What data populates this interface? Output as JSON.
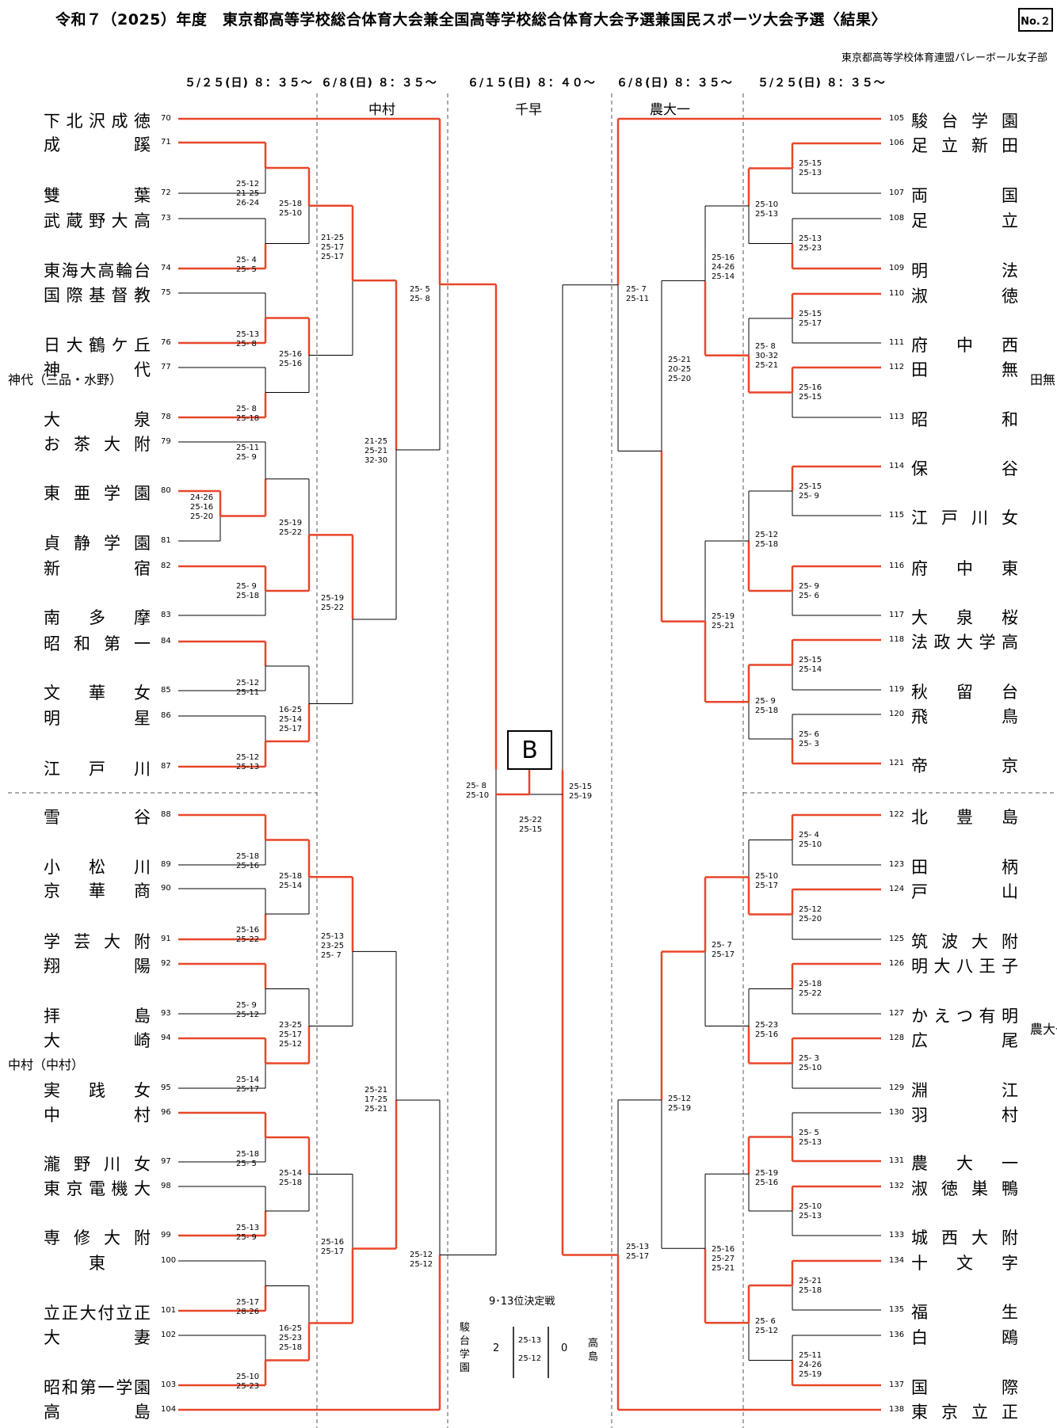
{
  "title": "令和７（2025）年度　東京都高等学校総合体育大会兼全国高等学校総合体育大会予選兼国民スポーツ大会予選〈結果〉",
  "doc_no": "No.２",
  "organizer": "東京都高等学校体育連盟バレーボール女子部",
  "round_dates": [
    "５/２５(日) ８：３５～",
    "６/８(日) ８：３５～",
    "６/１５(日) ８：４０～",
    "６/８(日) ８：３５～",
    "５/２５(日) ８：３５～"
  ],
  "venues": [
    "中村",
    "千早",
    "農大一"
  ],
  "left_blocks": [
    "神代（三品・水野）",
    "中村（中村）"
  ],
  "right_blocks": [
    "田無（大西（毅））",
    "農大一（武田・青谷）"
  ],
  "final_block": "B",
  "left_teams": [
    {
      "no": "70",
      "name": "下北沢成徳"
    },
    {
      "no": "71",
      "name": "成蹊"
    },
    {
      "no": "72",
      "name": "雙葉"
    },
    {
      "no": "73",
      "name": "武蔵野大高"
    },
    {
      "no": "74",
      "name": "東海大高輪台"
    },
    {
      "no": "75",
      "name": "国際基督教"
    },
    {
      "no": "76",
      "name": "日大鶴ケ丘"
    },
    {
      "no": "77",
      "name": "神代"
    },
    {
      "no": "78",
      "name": "大泉"
    },
    {
      "no": "79",
      "name": "お茶大附"
    },
    {
      "no": "80",
      "name": "東亜学園"
    },
    {
      "no": "81",
      "name": "貞静学園"
    },
    {
      "no": "82",
      "name": "新宿"
    },
    {
      "no": "83",
      "name": "南多摩"
    },
    {
      "no": "84",
      "name": "昭和第一"
    },
    {
      "no": "85",
      "name": "文華女"
    },
    {
      "no": "86",
      "name": "明星"
    },
    {
      "no": "87",
      "name": "江戸川"
    },
    {
      "no": "88",
      "name": "雪谷"
    },
    {
      "no": "89",
      "name": "小松川"
    },
    {
      "no": "90",
      "name": "京華商"
    },
    {
      "no": "91",
      "name": "学芸大附"
    },
    {
      "no": "92",
      "name": "翔陽"
    },
    {
      "no": "93",
      "name": "拝島"
    },
    {
      "no": "94",
      "name": "大崎"
    },
    {
      "no": "95",
      "name": "実践女"
    },
    {
      "no": "96",
      "name": "中村"
    },
    {
      "no": "97",
      "name": "瀧野川女"
    },
    {
      "no": "98",
      "name": "東京電機大"
    },
    {
      "no": "99",
      "name": "専修大附"
    },
    {
      "no": "100",
      "name": "東"
    },
    {
      "no": "101",
      "name": "立正大付立正"
    },
    {
      "no": "102",
      "name": "大妻"
    },
    {
      "no": "103",
      "name": "昭和第一学園"
    },
    {
      "no": "104",
      "name": "高島"
    }
  ],
  "right_teams": [
    {
      "no": "105",
      "name": "駿台学園"
    },
    {
      "no": "106",
      "name": "足立新田"
    },
    {
      "no": "107",
      "name": "両国"
    },
    {
      "no": "108",
      "name": "足立"
    },
    {
      "no": "109",
      "name": "明法"
    },
    {
      "no": "110",
      "name": "淑徳"
    },
    {
      "no": "111",
      "name": "府中西"
    },
    {
      "no": "112",
      "name": "田無"
    },
    {
      "no": "113",
      "name": "昭和"
    },
    {
      "no": "114",
      "name": "保谷"
    },
    {
      "no": "115",
      "name": "江戸川女"
    },
    {
      "no": "116",
      "name": "府中東"
    },
    {
      "no": "117",
      "name": "大泉桜"
    },
    {
      "no": "118",
      "name": "法政大学高"
    },
    {
      "no": "119",
      "name": "秋留台"
    },
    {
      "no": "120",
      "name": "飛鳥"
    },
    {
      "no": "121",
      "name": "帝京"
    },
    {
      "no": "122",
      "name": "北豊島"
    },
    {
      "no": "123",
      "name": "田柄"
    },
    {
      "no": "124",
      "name": "戸山"
    },
    {
      "no": "125",
      "name": "筑波大附"
    },
    {
      "no": "126",
      "name": "明大八王子"
    },
    {
      "no": "127",
      "name": "かえつ有明"
    },
    {
      "no": "128",
      "name": "広尾"
    },
    {
      "no": "129",
      "name": "淵江"
    },
    {
      "no": "130",
      "name": "羽村"
    },
    {
      "no": "131",
      "name": "農大一"
    },
    {
      "no": "132",
      "name": "淑徳巣鴨"
    },
    {
      "no": "133",
      "name": "城西大附"
    },
    {
      "no": "134",
      "name": "十文字"
    },
    {
      "no": "135",
      "name": "福生"
    },
    {
      "no": "136",
      "name": "白鴎"
    },
    {
      "no": "137",
      "name": "国際"
    },
    {
      "no": "138",
      "name": "東京立正"
    }
  ],
  "scores": {
    "L1": [
      "25-12",
      "21-25",
      "26-24"
    ],
    "L2": [
      "25- 4",
      "25- 5"
    ],
    "L3": [
      "25-13",
      "25- 8"
    ],
    "L4": [
      "25- 8",
      "25-18"
    ],
    "L5": [
      "24-26",
      "25-16",
      "25-20"
    ],
    "L6": [
      "25-11",
      "25- 9"
    ],
    "L7": [
      "25- 9",
      "25-18"
    ],
    "L8": [
      "25-12",
      "25-11"
    ],
    "L9": [
      "25-12",
      "25-13"
    ],
    "L10": [
      "25-18",
      "25-16"
    ],
    "L11": [
      "25-16",
      "25-22"
    ],
    "L12": [
      "25- 9",
      "25-12"
    ],
    "L13": [
      "25-14",
      "25-17"
    ],
    "L14": [
      "25-18",
      "25- 5"
    ],
    "L15": [
      "25-13",
      "25- 9"
    ],
    "L16": [
      "25-17",
      "28-26"
    ],
    "L17": [
      "25-10",
      "25-23"
    ],
    "L18": [
      "25-18",
      "25-10"
    ],
    "L19": [
      "25-16",
      "25-16"
    ],
    "L20": [
      "25-19",
      "25-22"
    ],
    "L21": [
      "16-25",
      "25-14",
      "25-17"
    ],
    "L22": [
      "25-18",
      "25-14"
    ],
    "L23": [
      "23-25",
      "25-17",
      "25-12"
    ],
    "L24": [
      "25-14",
      "25-18"
    ],
    "L25": [
      "16-25",
      "25-23",
      "25-18"
    ],
    "L26": [
      "21-25",
      "25-17",
      "25-17"
    ],
    "L27": [
      "25-19",
      "25-22"
    ],
    "L28": [
      "25-13",
      "23-25",
      "25- 7"
    ],
    "L29": [
      "25-16",
      "25-17"
    ],
    "L30": [
      "21-25",
      "25-21",
      "32-30"
    ],
    "L31": [
      "25-21",
      "17-25",
      "25-21"
    ],
    "L32": [
      "25- 5",
      "25- 8"
    ],
    "L33": [
      "25-12",
      "25-12"
    ],
    "L34": [
      "25- 8",
      "25-10"
    ],
    "R1": [
      "25-15",
      "25-13"
    ],
    "R2": [
      "25-13",
      "25-23"
    ],
    "R3": [
      "25-15",
      "25-17"
    ],
    "R4": [
      "25-16",
      "25-15"
    ],
    "R5": [
      "25-15",
      "25- 9"
    ],
    "R6": [
      "25- 9",
      "25- 6"
    ],
    "R7": [
      "25-15",
      "25-14"
    ],
    "R8": [
      "25- 6",
      "25- 3"
    ],
    "R9": [
      "25- 4",
      "25-10"
    ],
    "R10": [
      "25-12",
      "25-20"
    ],
    "R11": [
      "25-18",
      "25-22"
    ],
    "R12": [
      "25- 3",
      "25-10"
    ],
    "R13": [
      "25- 5",
      "25-13"
    ],
    "R14": [
      "25-10",
      "25-13"
    ],
    "R15": [
      "25-21",
      "25-18"
    ],
    "R16": [
      "25-11",
      "24-26",
      "25-19"
    ],
    "R17": [
      "25-10",
      "25-13"
    ],
    "R18": [
      "25- 8",
      "30-32",
      "25-21"
    ],
    "R19": [
      "25-12",
      "25-18"
    ],
    "R20": [
      "25- 9",
      "25-18"
    ],
    "R21": [
      "25-10",
      "25-17"
    ],
    "R22": [
      "25-23",
      "25-16"
    ],
    "R23": [
      "25-19",
      "25-16"
    ],
    "R24": [
      "25- 6",
      "25-12"
    ],
    "R25": [
      "25-16",
      "24-26",
      "25-14"
    ],
    "R26": [
      "25-19",
      "25-21"
    ],
    "R27": [
      "25- 7",
      "25-17"
    ],
    "R28": [
      "25-16",
      "25-27",
      "25-21"
    ],
    "R29": [
      "25-21",
      "20-25",
      "25-20"
    ],
    "R30": [
      "25-12",
      "25-19"
    ],
    "R31": [
      "25- 7",
      "25-11"
    ],
    "R32": [
      "25-13",
      "25-17"
    ],
    "R33": [
      "25-15",
      "25-19"
    ],
    "F": [
      "25-22",
      "25-15"
    ]
  },
  "playoff": {
    "title": "9･13位決定戦",
    "left_team": "駿台学園",
    "right_team": "高島",
    "left_sets": "2",
    "right_sets": "0",
    "scores": [
      "25-13",
      "25-12"
    ]
  },
  "colors": {
    "winner_line": "#e8462a",
    "line": "#000000"
  }
}
